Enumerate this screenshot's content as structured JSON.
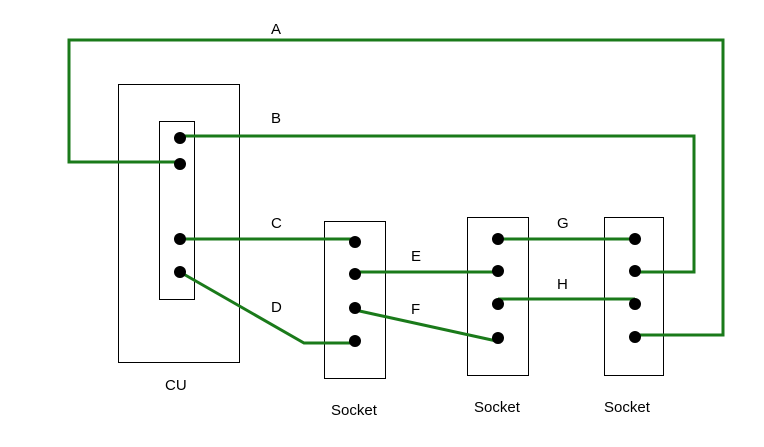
{
  "colors": {
    "wire": "#1a7a1a",
    "outline": "#000000",
    "terminal": "#000000",
    "background": "#ffffff"
  },
  "wire_labels": {
    "a": "A",
    "b": "B",
    "c": "C",
    "d": "D",
    "e": "E",
    "f": "F",
    "g": "G",
    "h": "H"
  },
  "component_labels": {
    "cu": "CU",
    "socket_1": "Socket",
    "socket_2": "Socket",
    "socket_3": "Socket"
  }
}
